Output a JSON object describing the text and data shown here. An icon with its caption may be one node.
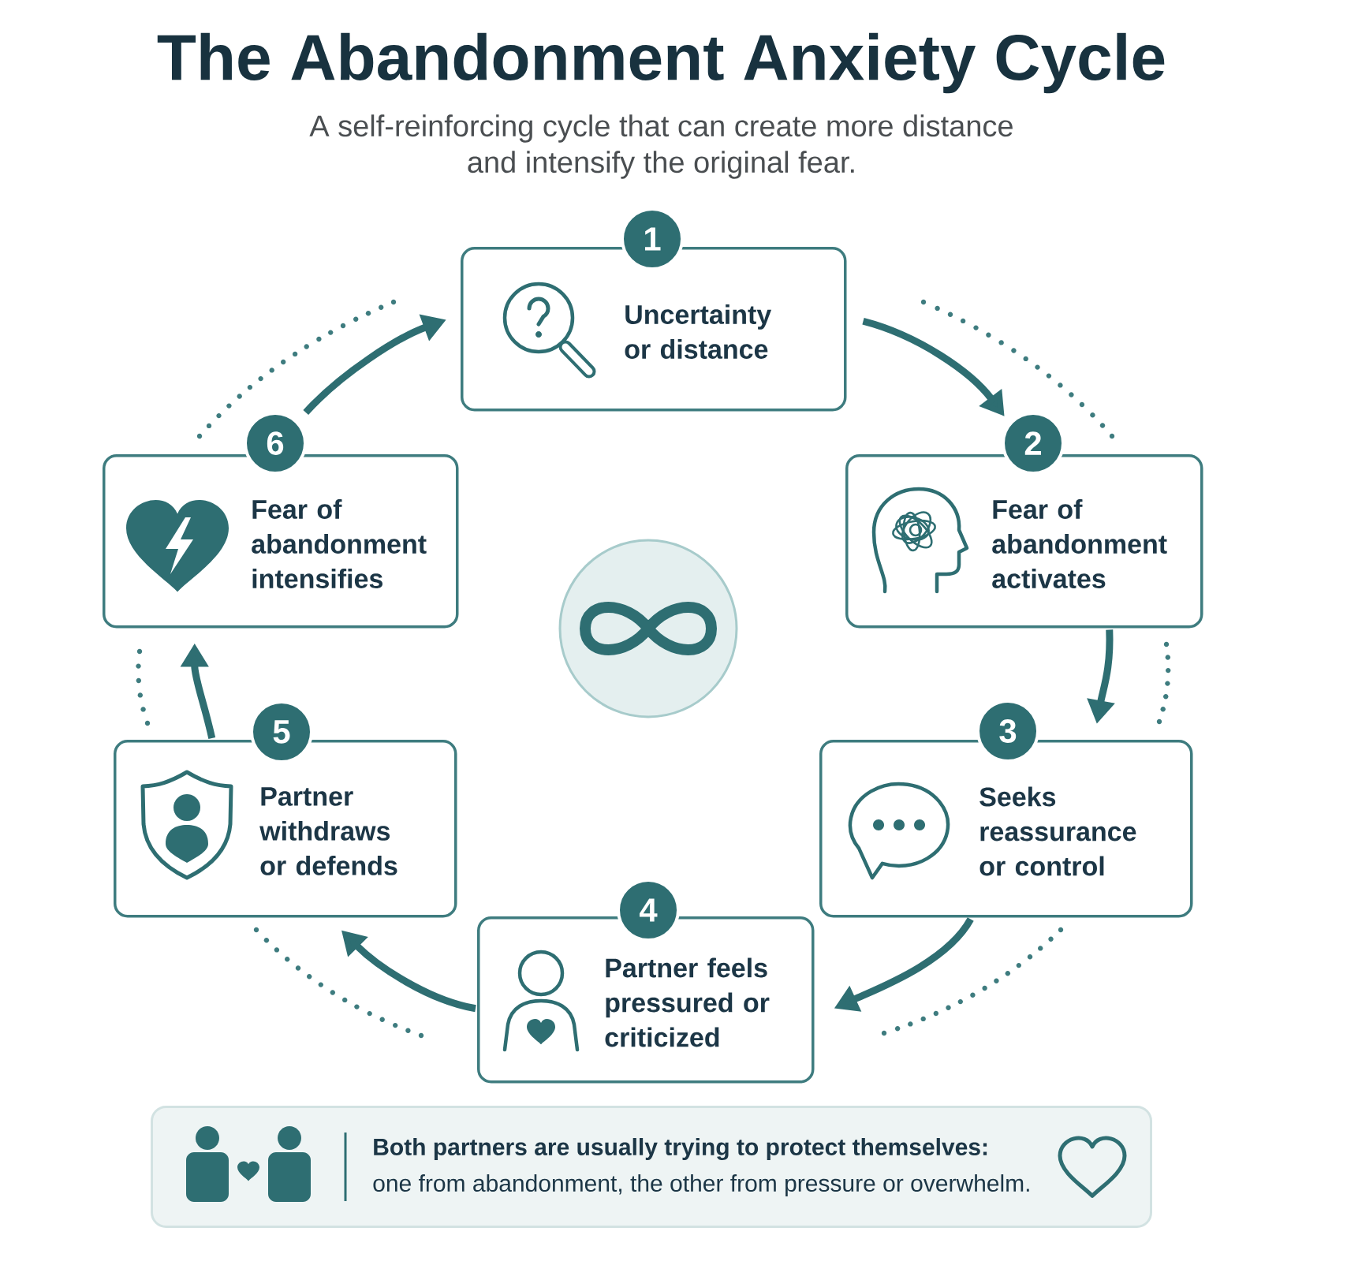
{
  "diagram": {
    "title": "The Abandonment Anxiety Cycle",
    "nodes": [
      {
        "text": [
          "1",
          "Uncertainty or distance"
        ]
      },
      {
        "text": [
          "2",
          "Fear of abandonment activates"
        ]
      },
      {
        "text": [
          "3",
          "Seeks reassurance or control"
        ]
      },
      {
        "text": [
          "4",
          "Partner feels pressured or criticized"
        ]
      },
      {
        "text": [
          "5",
          "Partner withdraws or defends"
        ]
      },
      {
        "text": [
          "6",
          "Fear of abandonment intensifies"
        ]
      },
      {
        "text": [
          "Both partners are usually trying to protect themselves:",
          "one from abandonment, the other from pressure or overwhelm."
        ]
      }
    ],
    "edges": [
      {
        "from": 0,
        "to": 1,
        "arrow": "to"
      },
      {
        "from": 1,
        "to": 2,
        "arrow": "to"
      },
      {
        "from": 2,
        "to": 3,
        "arrow": "to"
      },
      {
        "from": 3,
        "to": 4,
        "arrow": "to"
      },
      {
        "from": 4,
        "to": 5,
        "arrow": "to"
      },
      {
        "from": 5,
        "to": 0,
        "arrow": "to"
      }
    ],
    "labels": [
      "A self-reinforcing cycle that can create more distance and intensify the original fear."
    ]
  }
}
